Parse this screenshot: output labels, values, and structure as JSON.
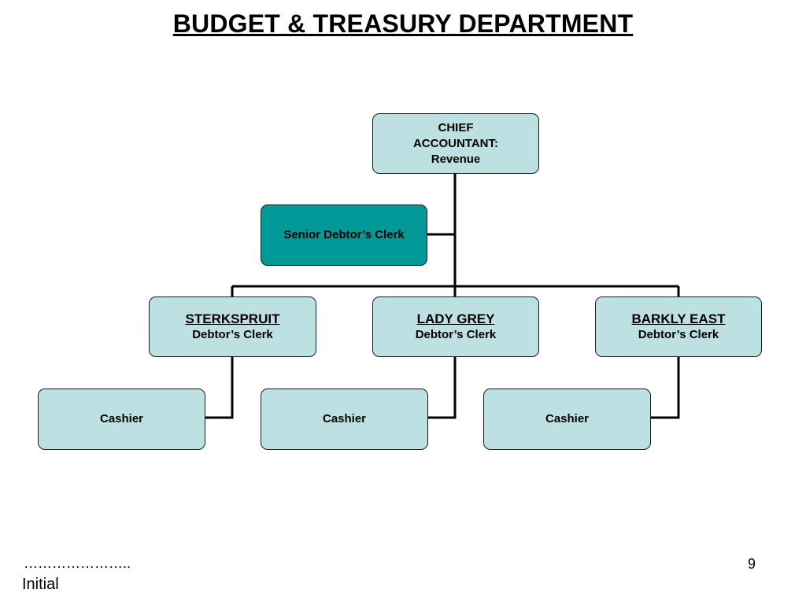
{
  "title": "BUDGET & TREASURY DEPARTMENT",
  "org_chart": {
    "chief": {
      "line1": "CHIEF",
      "line2": "ACCOUNTANT:",
      "line3": "Revenue"
    },
    "senior_clerk": "Senior Debtor’s Clerk",
    "branches": [
      {
        "name": "STERKSPRUIT",
        "role": "Debtor’s Clerk",
        "subordinate": "Cashier"
      },
      {
        "name": "LADY GREY",
        "role": "Debtor’s Clerk",
        "subordinate": "Cashier"
      },
      {
        "name": "BARKLY EAST",
        "role": "Debtor’s Clerk",
        "subordinate": "Cashier"
      }
    ]
  },
  "footer": {
    "dots": "…………………..",
    "initial": "Initial",
    "page_number": "9"
  },
  "colors": {
    "box_fill": "#bde0e3",
    "highlight_fill": "#009997",
    "border": "#1a1a1a"
  }
}
